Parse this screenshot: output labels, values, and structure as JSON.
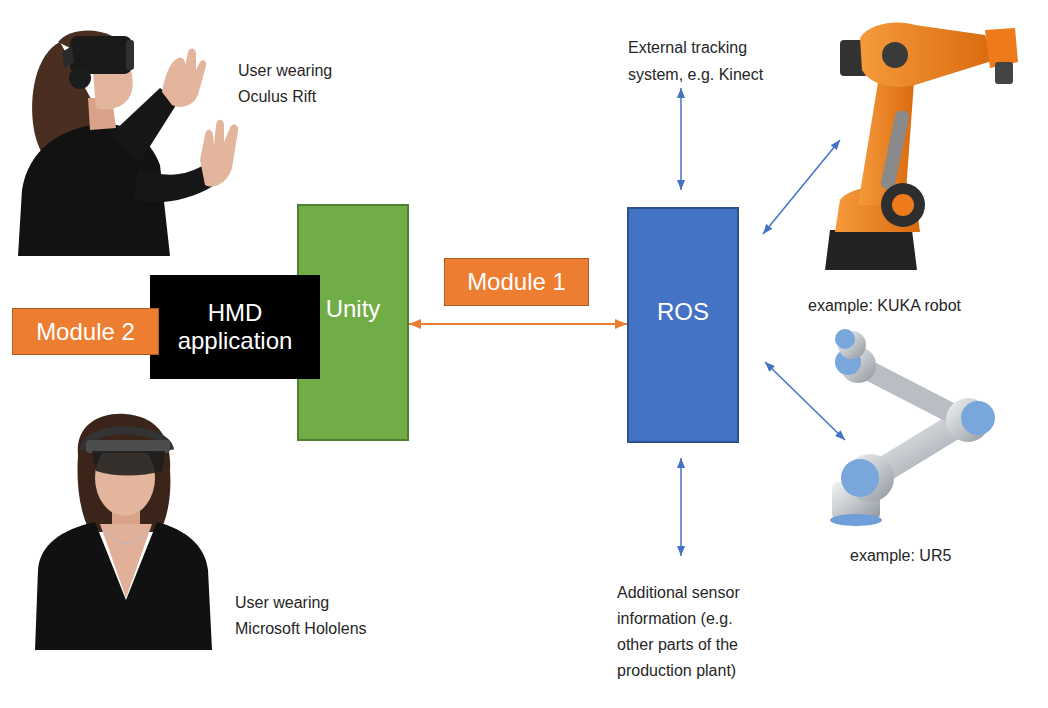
{
  "diagram": {
    "nodes": [
      {
        "text": [
          "HMD application"
        ]
      },
      {
        "text": [
          "Module 2"
        ]
      },
      {
        "text": [
          "Unity"
        ]
      },
      {
        "text": [
          "Module 1"
        ]
      },
      {
        "text": [
          "ROS"
        ]
      }
    ],
    "edges": [
      {
        "from": 2,
        "to": 4,
        "arrow": "both"
      }
    ],
    "labels": [
      "User wearing Oculus Rift",
      "User wearing Microsoft Hololens",
      "External tracking system, e.g. Kinect",
      "example: KUKA robot",
      "example: UR5",
      "Additional sensor information (e.g. other parts of the production plant)"
    ]
  }
}
